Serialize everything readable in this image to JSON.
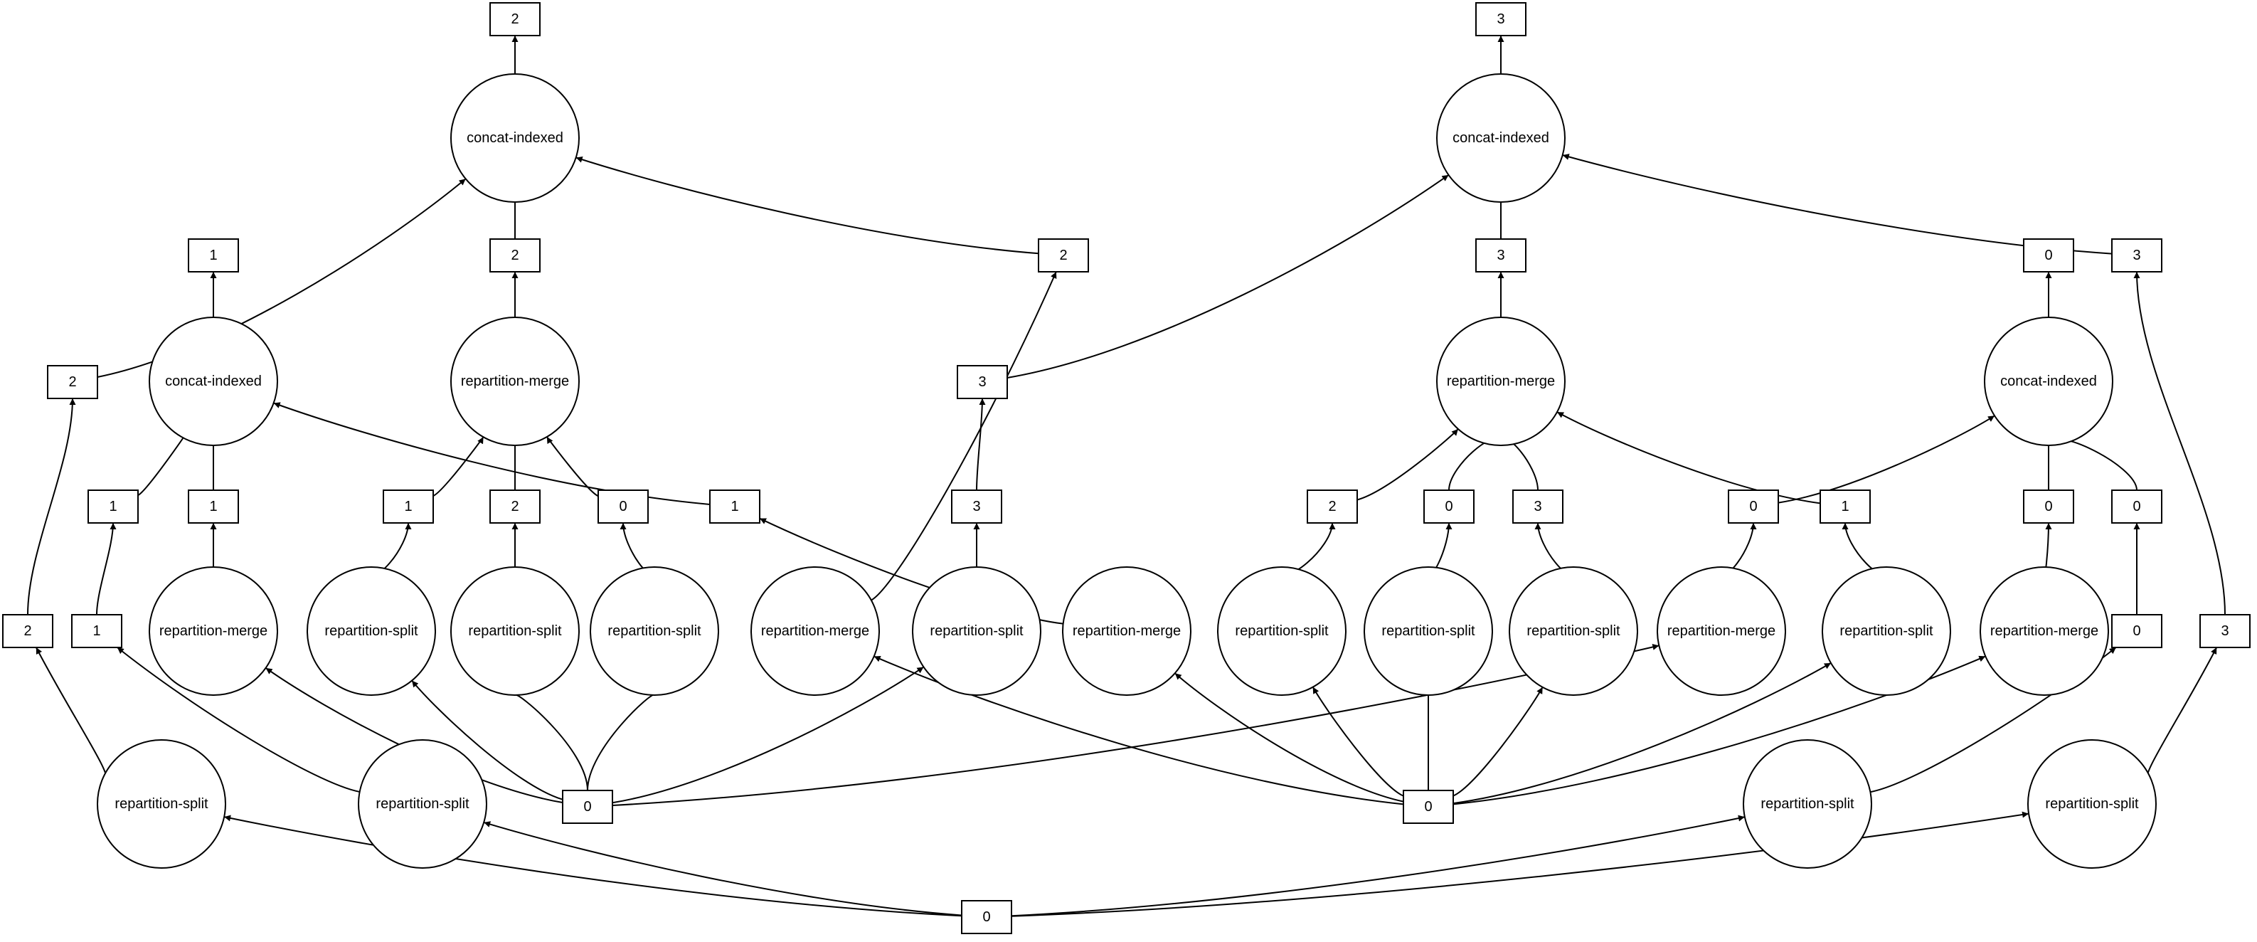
{
  "diagram": {
    "nodes": [
      {
        "id": "b2_top",
        "label": "2"
      },
      {
        "id": "ci_a",
        "label": "concat-indexed"
      },
      {
        "id": "b1_ci",
        "label": "1"
      },
      {
        "id": "b2_rm",
        "label": "2"
      },
      {
        "id": "b2_right",
        "label": "2"
      },
      {
        "id": "b2_leftout",
        "label": "2"
      },
      {
        "id": "ci_b",
        "label": "concat-indexed"
      },
      {
        "id": "rm_a",
        "label": "repartition-merge"
      },
      {
        "id": "b3_mid",
        "label": "3"
      },
      {
        "id": "b1_l1",
        "label": "1"
      },
      {
        "id": "b1_l2",
        "label": "1"
      },
      {
        "id": "b1_s1",
        "label": "1"
      },
      {
        "id": "b2_s2",
        "label": "2"
      },
      {
        "id": "b0_s3",
        "label": "0"
      },
      {
        "id": "b1_rm",
        "label": "1"
      },
      {
        "id": "b3_s",
        "label": "3"
      },
      {
        "id": "b2_far",
        "label": "2"
      },
      {
        "id": "b1_far",
        "label": "1"
      },
      {
        "id": "rm_b",
        "label": "repartition-merge"
      },
      {
        "id": "rs_1",
        "label": "repartition-split"
      },
      {
        "id": "rs_2",
        "label": "repartition-split"
      },
      {
        "id": "rs_3",
        "label": "repartition-split"
      },
      {
        "id": "rm_c",
        "label": "repartition-merge"
      },
      {
        "id": "rs_4",
        "label": "repartition-split"
      },
      {
        "id": "rm_d",
        "label": "repartition-merge"
      },
      {
        "id": "rs_l1",
        "label": "repartition-split"
      },
      {
        "id": "rs_l2",
        "label": "repartition-split"
      },
      {
        "id": "b0_a",
        "label": "0"
      },
      {
        "id": "b0_bottom",
        "label": "0"
      },
      {
        "id": "b3_top",
        "label": "3"
      },
      {
        "id": "ci_c",
        "label": "concat-indexed"
      },
      {
        "id": "b3_rm",
        "label": "3"
      },
      {
        "id": "b0_ci",
        "label": "0"
      },
      {
        "id": "b3_right",
        "label": "3"
      },
      {
        "id": "rm_e",
        "label": "repartition-merge"
      },
      {
        "id": "ci_d",
        "label": "concat-indexed"
      },
      {
        "id": "b2_e",
        "label": "2"
      },
      {
        "id": "b0_e",
        "label": "0"
      },
      {
        "id": "b3_e",
        "label": "3"
      },
      {
        "id": "b0_f",
        "label": "0"
      },
      {
        "id": "b1_f",
        "label": "1"
      },
      {
        "id": "b0_g",
        "label": "0"
      },
      {
        "id": "b0_h",
        "label": "0"
      },
      {
        "id": "rs_5",
        "label": "repartition-split"
      },
      {
        "id": "rs_6",
        "label": "repartition-split"
      },
      {
        "id": "rs_7",
        "label": "repartition-split"
      },
      {
        "id": "rm_f",
        "label": "repartition-merge"
      },
      {
        "id": "rs_8",
        "label": "repartition-split"
      },
      {
        "id": "rm_g",
        "label": "repartition-merge"
      },
      {
        "id": "b0_i",
        "label": "0"
      },
      {
        "id": "b3_far",
        "label": "3"
      },
      {
        "id": "b0_b",
        "label": "0"
      },
      {
        "id": "rs_r1",
        "label": "repartition-split"
      },
      {
        "id": "rs_r2",
        "label": "repartition-split"
      }
    ],
    "edges": [
      {
        "from": "ci_a",
        "to": "b2_top"
      },
      {
        "from": "b2_leftout",
        "to": "ci_a"
      },
      {
        "from": "b2_rm",
        "to": "ci_a"
      },
      {
        "from": "b2_right",
        "to": "ci_a"
      },
      {
        "from": "ci_b",
        "to": "b1_ci"
      },
      {
        "from": "rm_a",
        "to": "b2_rm"
      },
      {
        "from": "rm_c",
        "to": "b2_right"
      },
      {
        "from": "b2_far",
        "to": "b2_leftout"
      },
      {
        "from": "b1_l1",
        "to": "ci_b"
      },
      {
        "from": "b1_l2",
        "to": "ci_b"
      },
      {
        "from": "b1_rm",
        "to": "ci_b"
      },
      {
        "from": "b1_s1",
        "to": "rm_a"
      },
      {
        "from": "b2_s2",
        "to": "rm_a"
      },
      {
        "from": "b0_s3",
        "to": "rm_a"
      },
      {
        "from": "b3_mid",
        "to": "ci_c"
      },
      {
        "from": "b3_s",
        "to": "b3_mid"
      },
      {
        "from": "b1_far",
        "to": "b1_l1"
      },
      {
        "from": "rm_b",
        "to": "b1_l2"
      },
      {
        "from": "rs_1",
        "to": "b1_s1"
      },
      {
        "from": "rs_2",
        "to": "b2_s2"
      },
      {
        "from": "rs_3",
        "to": "b0_s3"
      },
      {
        "from": "rm_d",
        "to": "b1_rm"
      },
      {
        "from": "rs_4",
        "to": "b3_s"
      },
      {
        "from": "rs_l1",
        "to": "b2_far"
      },
      {
        "from": "rs_l2",
        "to": "b1_far"
      },
      {
        "from": "b0_a",
        "to": "rm_b"
      },
      {
        "from": "b0_a",
        "to": "rs_1"
      },
      {
        "from": "b0_a",
        "to": "rs_2"
      },
      {
        "from": "b0_a",
        "to": "rs_3"
      },
      {
        "from": "b0_a",
        "to": "rs_4"
      },
      {
        "from": "b0_a",
        "to": "rm_f"
      },
      {
        "from": "b0_b",
        "to": "rm_d"
      },
      {
        "from": "b0_b",
        "to": "rm_c"
      },
      {
        "from": "b0_b",
        "to": "rs_5"
      },
      {
        "from": "b0_b",
        "to": "rs_6"
      },
      {
        "from": "b0_b",
        "to": "rs_7"
      },
      {
        "from": "b0_b",
        "to": "rs_8"
      },
      {
        "from": "b0_b",
        "to": "rm_g"
      },
      {
        "from": "b0_bottom",
        "to": "rs_l1"
      },
      {
        "from": "b0_bottom",
        "to": "rs_l2"
      },
      {
        "from": "b0_bottom",
        "to": "rs_r1"
      },
      {
        "from": "b0_bottom",
        "to": "rs_r2"
      },
      {
        "from": "ci_c",
        "to": "b3_top"
      },
      {
        "from": "b3_rm",
        "to": "ci_c"
      },
      {
        "from": "b3_right",
        "to": "ci_c"
      },
      {
        "from": "rm_e",
        "to": "b3_rm"
      },
      {
        "from": "ci_d",
        "to": "b0_ci"
      },
      {
        "from": "b3_far",
        "to": "b3_right"
      },
      {
        "from": "b2_e",
        "to": "rm_e"
      },
      {
        "from": "b0_e",
        "to": "rm_e"
      },
      {
        "from": "b3_e",
        "to": "rm_e"
      },
      {
        "from": "b1_f",
        "to": "rm_e"
      },
      {
        "from": "b0_f",
        "to": "ci_d"
      },
      {
        "from": "b0_g",
        "to": "ci_d"
      },
      {
        "from": "b0_h",
        "to": "ci_d"
      },
      {
        "from": "rs_5",
        "to": "b2_e"
      },
      {
        "from": "rs_6",
        "to": "b0_e"
      },
      {
        "from": "rs_7",
        "to": "b3_e"
      },
      {
        "from": "rm_f",
        "to": "b0_f"
      },
      {
        "from": "rs_8",
        "to": "b1_f"
      },
      {
        "from": "rm_g",
        "to": "b0_g"
      },
      {
        "from": "b0_i",
        "to": "b0_h"
      },
      {
        "from": "rs_r1",
        "to": "b0_i"
      },
      {
        "from": "rs_r2",
        "to": "b3_far"
      }
    ]
  }
}
